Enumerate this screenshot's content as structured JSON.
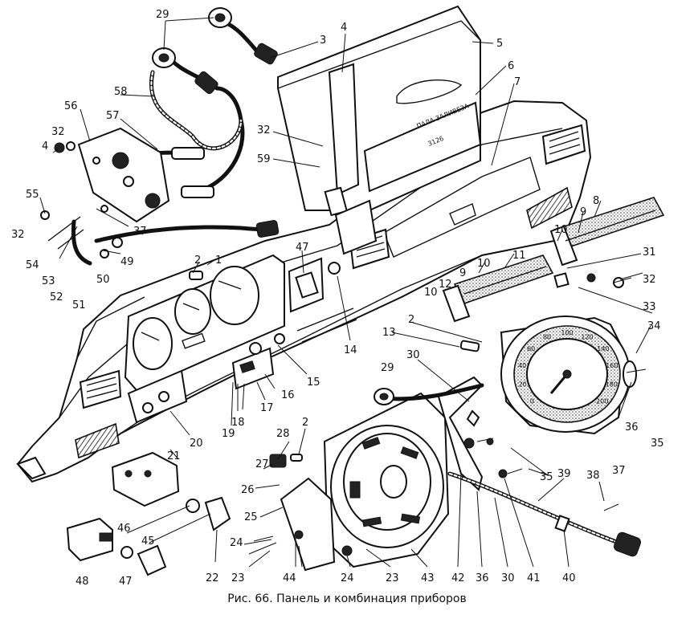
{
  "caption": "Рис. 66. Панель и комбинация приборов",
  "nameplate": {
    "title": "ПАЛА ЗАЛИВЕЗА",
    "digits": "3126"
  },
  "speedometer_scale": [
    "0",
    "20",
    "40",
    "60",
    "80",
    "100",
    "120",
    "140",
    "160",
    "180",
    "200"
  ],
  "callouts": [
    {
      "id": "c29a",
      "text": "29"
    },
    {
      "id": "c3",
      "text": "3"
    },
    {
      "id": "c4a",
      "text": "4"
    },
    {
      "id": "c5",
      "text": "5"
    },
    {
      "id": "c6",
      "text": "6"
    },
    {
      "id": "c7",
      "text": "7"
    },
    {
      "id": "c58",
      "text": "58"
    },
    {
      "id": "c56",
      "text": "56"
    },
    {
      "id": "c57",
      "text": "57"
    },
    {
      "id": "c32a",
      "text": "32"
    },
    {
      "id": "c4b",
      "text": "4"
    },
    {
      "id": "c32b",
      "text": "32"
    },
    {
      "id": "c59",
      "text": "59"
    },
    {
      "id": "c55",
      "text": "55"
    },
    {
      "id": "c32c",
      "text": "32"
    },
    {
      "id": "c37a",
      "text": "37"
    },
    {
      "id": "c54",
      "text": "54"
    },
    {
      "id": "c53",
      "text": "53"
    },
    {
      "id": "c49",
      "text": "49"
    },
    {
      "id": "c52",
      "text": "52"
    },
    {
      "id": "c50",
      "text": "50"
    },
    {
      "id": "c51",
      "text": "51"
    },
    {
      "id": "c2a",
      "text": "2"
    },
    {
      "id": "c1",
      "text": "1"
    },
    {
      "id": "c47a",
      "text": "47"
    },
    {
      "id": "c8",
      "text": "8"
    },
    {
      "id": "c9a",
      "text": "9"
    },
    {
      "id": "c10a",
      "text": "10"
    },
    {
      "id": "c11",
      "text": "11"
    },
    {
      "id": "c10b",
      "text": "10"
    },
    {
      "id": "c9b",
      "text": "9"
    },
    {
      "id": "c12",
      "text": "12"
    },
    {
      "id": "c10c",
      "text": "10"
    },
    {
      "id": "c31",
      "text": "31"
    },
    {
      "id": "c32d",
      "text": "32"
    },
    {
      "id": "c33",
      "text": "33"
    },
    {
      "id": "c14",
      "text": "14"
    },
    {
      "id": "c2b",
      "text": "2"
    },
    {
      "id": "c13",
      "text": "13"
    },
    {
      "id": "c34",
      "text": "34"
    },
    {
      "id": "c15",
      "text": "15"
    },
    {
      "id": "c16",
      "text": "16"
    },
    {
      "id": "c17",
      "text": "17"
    },
    {
      "id": "c18",
      "text": "18"
    },
    {
      "id": "c19",
      "text": "19"
    },
    {
      "id": "c29b",
      "text": "29"
    },
    {
      "id": "c30a",
      "text": "30"
    },
    {
      "id": "c20",
      "text": "20"
    },
    {
      "id": "c21",
      "text": "21"
    },
    {
      "id": "c28",
      "text": "28"
    },
    {
      "id": "c2c",
      "text": "2"
    },
    {
      "id": "c27",
      "text": "27"
    },
    {
      "id": "c26",
      "text": "26"
    },
    {
      "id": "c25",
      "text": "25"
    },
    {
      "id": "c36a",
      "text": "36"
    },
    {
      "id": "c35a",
      "text": "35"
    },
    {
      "id": "c38",
      "text": "38"
    },
    {
      "id": "c35b",
      "text": "35"
    },
    {
      "id": "c37b",
      "text": "37"
    },
    {
      "id": "c39",
      "text": "39"
    },
    {
      "id": "c46",
      "text": "46"
    },
    {
      "id": "c45",
      "text": "45"
    },
    {
      "id": "c24a",
      "text": "24"
    },
    {
      "id": "c22",
      "text": "22"
    },
    {
      "id": "c48",
      "text": "48"
    },
    {
      "id": "c47b",
      "text": "47"
    },
    {
      "id": "c23a",
      "text": "23"
    },
    {
      "id": "c44",
      "text": "44"
    },
    {
      "id": "c24b",
      "text": "24"
    },
    {
      "id": "c23b",
      "text": "23"
    },
    {
      "id": "c43",
      "text": "43"
    },
    {
      "id": "c42",
      "text": "42"
    },
    {
      "id": "c36b",
      "text": "36"
    },
    {
      "id": "c30b",
      "text": "30"
    },
    {
      "id": "c41",
      "text": "41"
    },
    {
      "id": "c40",
      "text": "40"
    }
  ]
}
